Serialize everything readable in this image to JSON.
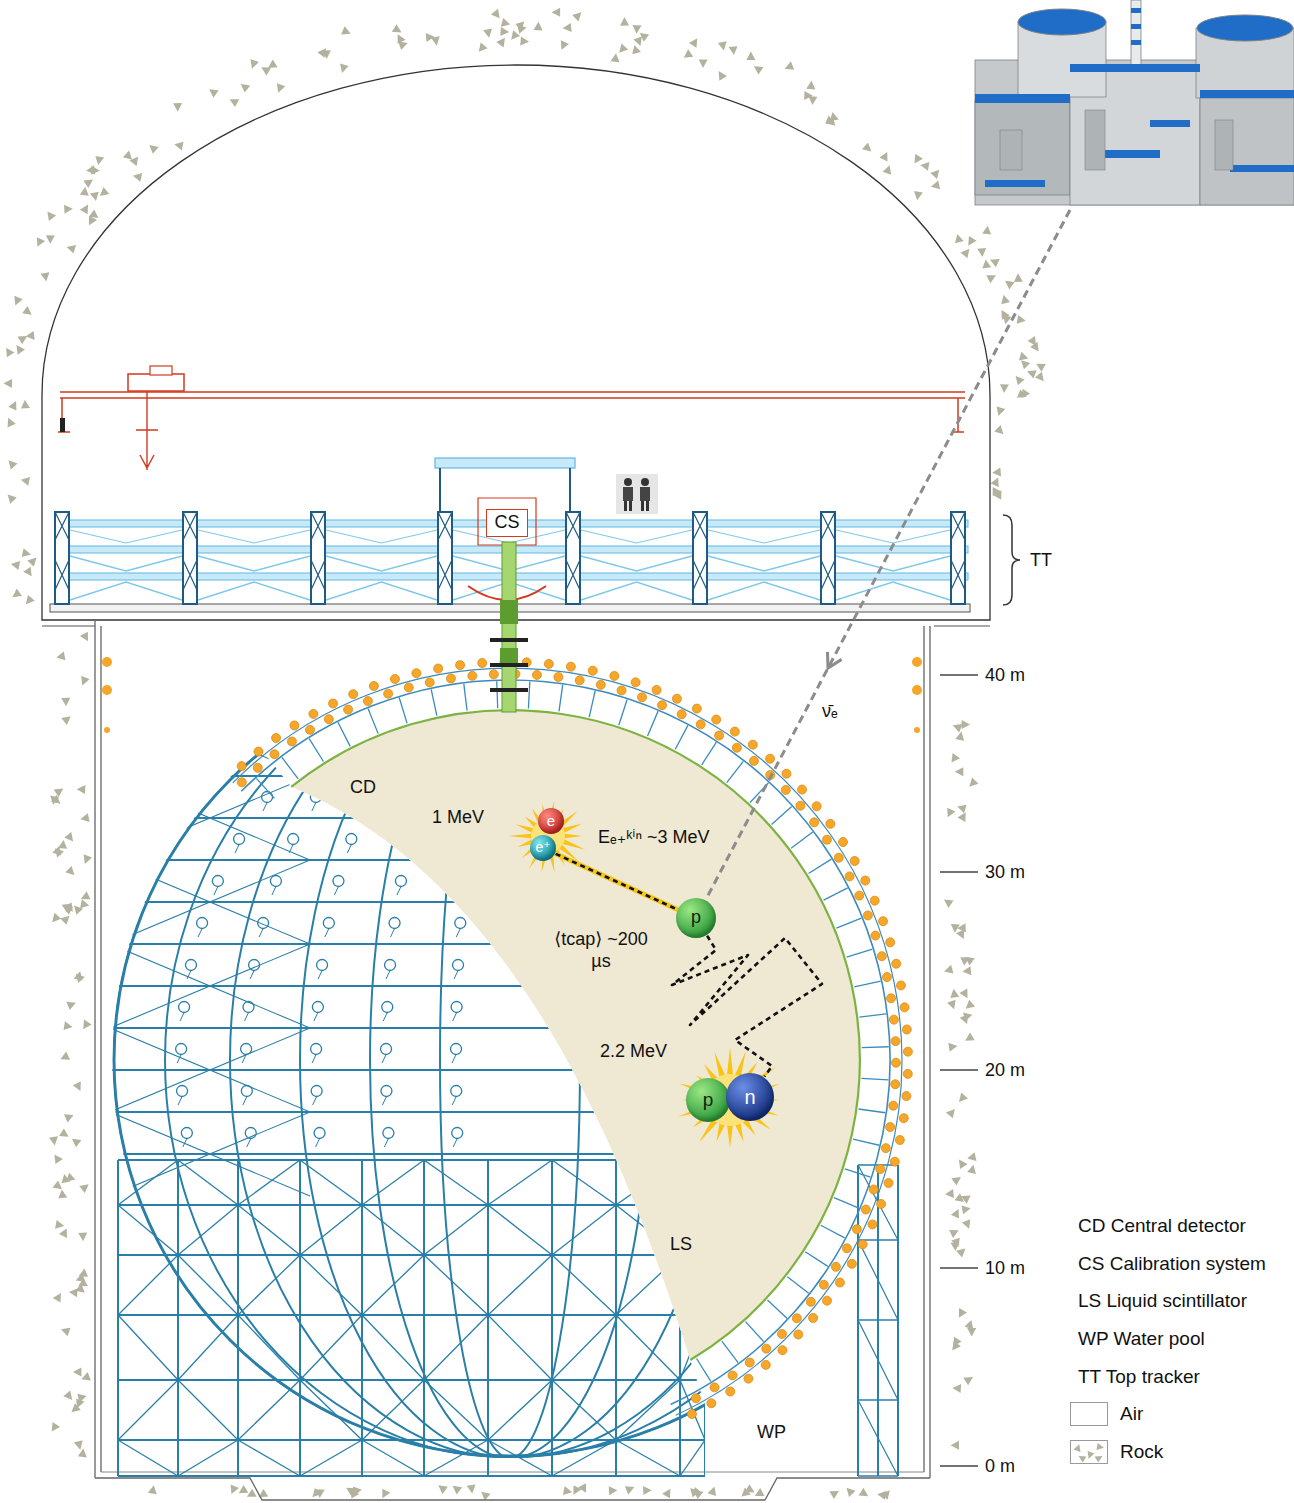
{
  "diagram": {
    "nodes": [
      {
        "text": [
          "CS"
        ]
      },
      {
        "text": [
          "e"
        ]
      },
      {
        "text": [
          "e⁺"
        ]
      },
      {
        "text": [
          "p"
        ]
      },
      {
        "text": [
          "p"
        ]
      },
      {
        "text": [
          "n"
        ]
      }
    ],
    "edges": [
      {
        "from": 2,
        "to": 3,
        "arrow": "none"
      },
      {
        "from": 3,
        "to": 5,
        "arrow": "none"
      }
    ],
    "labels": [
      "TT",
      "40 m",
      "ν̄ₑ",
      "CD",
      "1 MeV",
      "Eₑ₊ᵏⁱⁿ ~3 MeV",
      "30 m",
      "⟨tcap⟩ ~200 µs",
      "20 m",
      "2.2 MeV",
      "LS",
      "10 m",
      "WP",
      "0 m"
    ],
    "legend": [
      {
        "text": "CD Central detector"
      },
      {
        "text": "CS Calibration system"
      },
      {
        "text": "LS Liquid scintillator"
      },
      {
        "text": "WP Water pool"
      },
      {
        "text": "TT Top tracker"
      },
      {
        "text": "Air",
        "color": "#ffffff"
      },
      {
        "text": "Rock"
      }
    ]
  }
}
